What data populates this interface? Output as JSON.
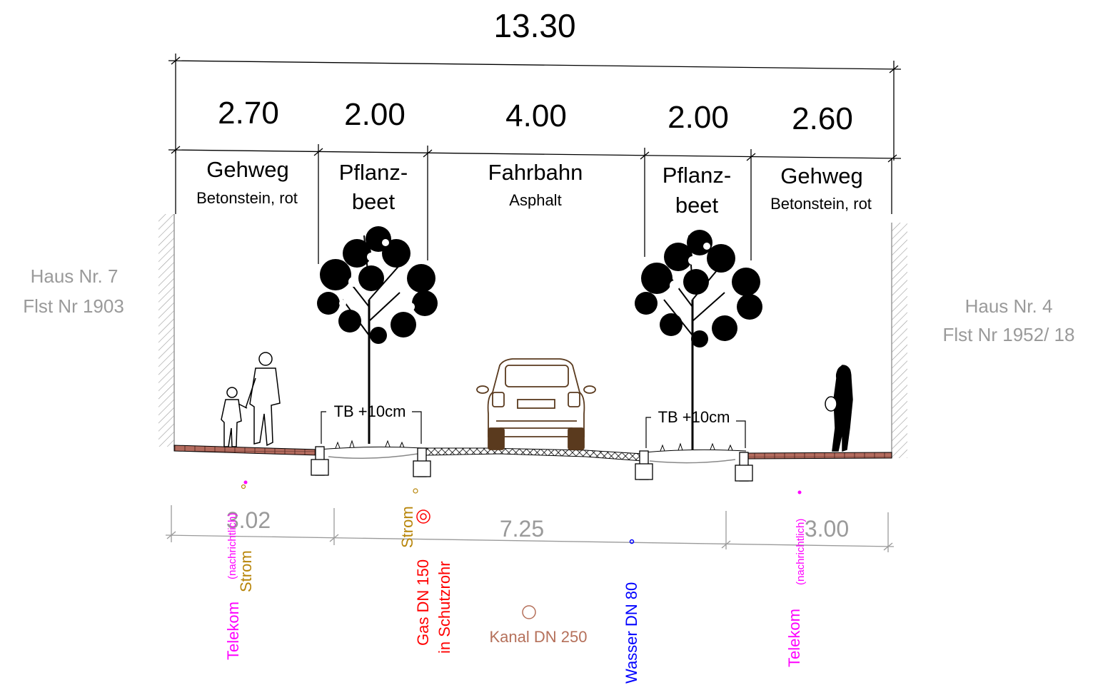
{
  "overall_width": "13.30",
  "segments": [
    {
      "width": "2.70",
      "name": "Gehweg",
      "material": "Betonstein, rot"
    },
    {
      "width": "2.00",
      "name_line1": "Pflanz-",
      "name_line2": "beet"
    },
    {
      "width": "4.00",
      "name": "Fahrbahn",
      "material": "Asphalt"
    },
    {
      "width": "2.00",
      "name_line1": "Pflanz-",
      "name_line2": "beet"
    },
    {
      "width": "2.60",
      "name": "Gehweg",
      "material": "Betonstein, rot"
    }
  ],
  "lots": {
    "left": {
      "line1": "Haus Nr. 7",
      "line2": "Flst Nr 1903"
    },
    "right": {
      "line1": "Haus Nr. 4",
      "line2": "Flst Nr 1952/ 18"
    }
  },
  "tree_bed_note": "TB +10cm",
  "bottom_dims": [
    "3.02",
    "7.25",
    "3.00"
  ],
  "utilities": {
    "telekom_left": "Telekom",
    "telekom_left_note": "(nachrichtlich)",
    "strom_left": "Strom",
    "strom_mid": "Strom",
    "gas_line1": "Gas DN 150",
    "gas_line2": "in Schutzrohr",
    "kanal": "Kanal DN 250",
    "wasser": "Wasser  DN 80",
    "telekom_right": "Telekom",
    "telekom_right_note": "(nachrichtlich)"
  },
  "colors": {
    "telekom": "#ff00ff",
    "strom": "#b8860b",
    "gas": "#ff0000",
    "kanal": "#b5705a",
    "wasser": "#0000ff",
    "paving": "#b36b5e",
    "gray": "#9a9a9a"
  }
}
